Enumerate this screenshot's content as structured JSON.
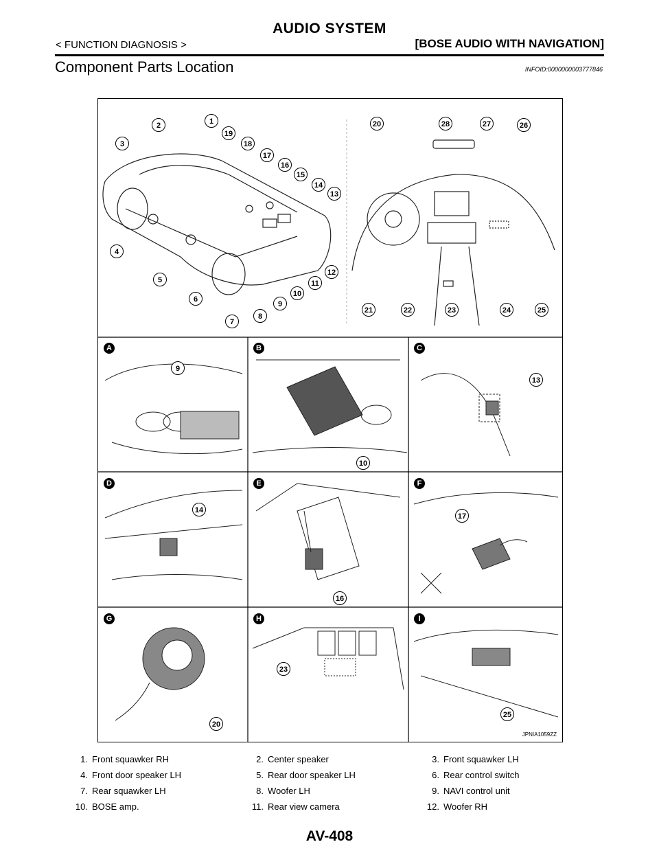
{
  "header": {
    "title": "AUDIO SYSTEM",
    "left": "< FUNCTION DIAGNOSIS >",
    "right": "[BOSE AUDIO WITH NAVIGATION]"
  },
  "section": {
    "title": "Component Parts Location",
    "infoid": "INFOID:0000000003777846"
  },
  "figure": {
    "code": "JPNIA1059ZZ",
    "panel_letters": [
      "A",
      "B",
      "C",
      "D",
      "E",
      "F",
      "G",
      "H",
      "I"
    ],
    "overview_callouts_car": [
      "1",
      "2",
      "3",
      "4",
      "5",
      "6",
      "7",
      "8",
      "9",
      "10",
      "11",
      "12",
      "13",
      "14",
      "15",
      "16",
      "17",
      "18",
      "19"
    ],
    "overview_callouts_dash": [
      "20",
      "28",
      "27",
      "26",
      "21",
      "22",
      "23",
      "24",
      "25"
    ],
    "panel_callouts": [
      "9",
      "10",
      "13",
      "14",
      "16",
      "17",
      "20",
      "23",
      "25"
    ]
  },
  "legend": [
    [
      {
        "num": "1.",
        "label": "Front squawker RH"
      },
      {
        "num": "2.",
        "label": "Center speaker"
      },
      {
        "num": "3.",
        "label": "Front squawker LH"
      }
    ],
    [
      {
        "num": "4.",
        "label": "Front door speaker LH"
      },
      {
        "num": "5.",
        "label": "Rear door speaker LH"
      },
      {
        "num": "6.",
        "label": "Rear control switch"
      }
    ],
    [
      {
        "num": "7.",
        "label": "Rear squawker LH"
      },
      {
        "num": "8.",
        "label": "Woofer LH"
      },
      {
        "num": "9.",
        "label": "NAVI control unit"
      }
    ],
    [
      {
        "num": "10.",
        "label": "BOSE amp."
      },
      {
        "num": "11.",
        "label": "Rear view camera"
      },
      {
        "num": "12.",
        "label": "Woofer RH"
      }
    ]
  ],
  "footer": {
    "page": "AV-408"
  }
}
